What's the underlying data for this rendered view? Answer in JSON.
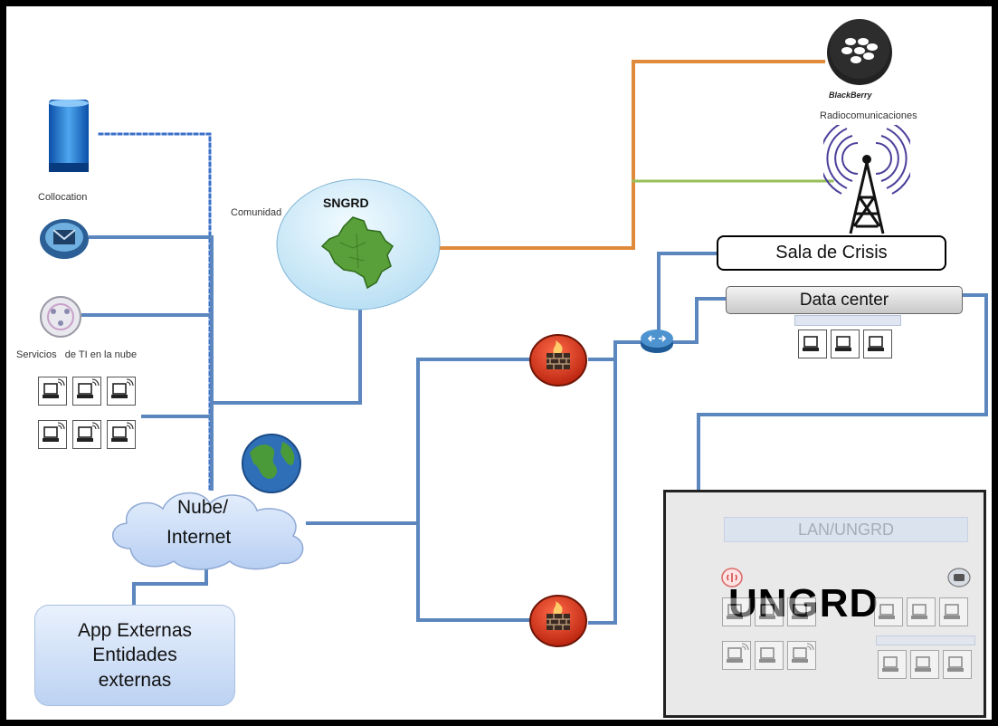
{
  "colors": {
    "link_blue": "#5b86be",
    "link_orange": "#e08a3c",
    "link_green": "#98c05a",
    "link_dotted": "#3a6fc8",
    "firewall_red": "#d0341c",
    "cloud_fill": "#cfe0f7",
    "community_fill": "#d9effa"
  },
  "icons": {
    "collocation": "server-rack-icon",
    "email": "mail-envelope-icon",
    "cloud_services": "globe-nodes-icon",
    "blackberry": "blackberry-logo-icon",
    "radio": "radio-tower-icon",
    "firewall": "firewall-icon",
    "router": "router-icon",
    "globe": "earth-globe-icon",
    "workstation": "computer-terminal-icon",
    "map": "colombia-map-icon"
  },
  "labels": {
    "collocation": "Collocation",
    "cloud_services": "Servicios   de TI en la nube",
    "comunidad": "Comunidad",
    "sngrd": "SNGRD",
    "nube": "Nube/",
    "internet": "Internet",
    "blackberry": "BlackBerry",
    "radio": "Radiocomunicaciones",
    "sala_crisis": "Sala de Crisis",
    "data_center": "Data center",
    "app_line1": "App Externas",
    "app_line2": "Entidades",
    "app_line3": "externas",
    "lan": "LAN/UNGRD",
    "ungrd": "UNGRD"
  }
}
